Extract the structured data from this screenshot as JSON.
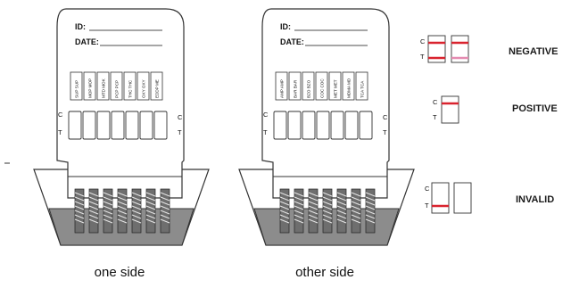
{
  "cups": [
    {
      "id_label": "ID:",
      "date_label": "DATE:",
      "strips": [
        "SUP SUP",
        "MOP MOP",
        "MTD MOK",
        "PCP PCP",
        "THC THC",
        "OXY OXY",
        "EDDP ME"
      ],
      "caption": "one side"
    },
    {
      "id_label": "ID:",
      "date_label": "DATE:",
      "strips": [
        "AMP AMP",
        "BAR BAR",
        "BZO BZO",
        "COC COC",
        "MET MET",
        "MDMA MD",
        "TCA TCA"
      ],
      "caption": "other side"
    }
  ],
  "markers": {
    "c": "C",
    "t": "T"
  },
  "legend": {
    "negative": "NEGATIVE",
    "positive": "POSITIVE",
    "invalid": "INVALID"
  },
  "colors": {
    "line_red": "#d9232e",
    "line_pink": "#e58bb1",
    "fluid": "#8c8c8c",
    "outline": "#333333"
  }
}
